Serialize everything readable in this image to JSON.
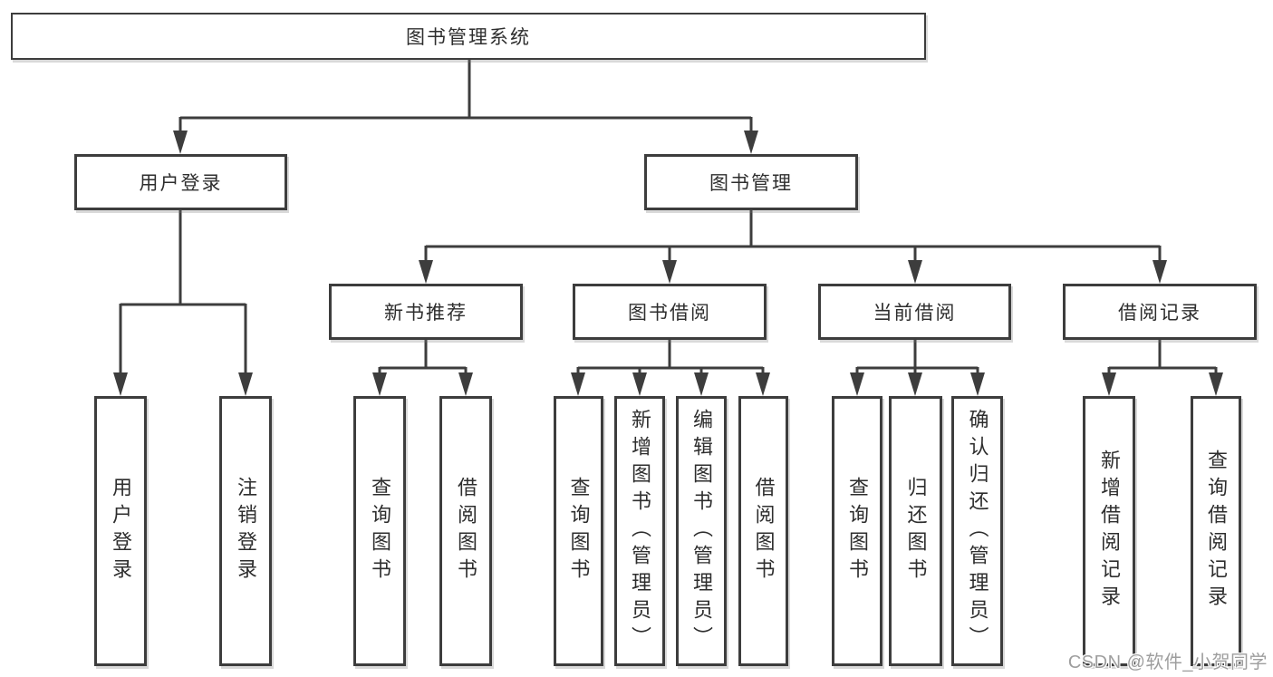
{
  "colors": {
    "line": "#3d3d3d",
    "text": "#2e2e2e",
    "watermark_gray": "#9e9e9e"
  },
  "diagram": {
    "title": "图书管理系统",
    "branches": [
      {
        "label": "用户登录",
        "children": [
          "用户登录",
          "注销登录"
        ]
      },
      {
        "label": "图书管理",
        "sections": [
          {
            "label": "新书推荐",
            "children": [
              "查询图书",
              "借阅图书"
            ]
          },
          {
            "label": "图书借阅",
            "children": [
              "查询图书",
              "新增图书（管理员）",
              "编辑图书（管理员）",
              "借阅图书"
            ]
          },
          {
            "label": "当前借阅",
            "children": [
              "查询图书",
              "归还图书",
              "确认归还（管理员）"
            ]
          },
          {
            "label": "借阅记录",
            "children": [
              "新增借阅记录",
              "查询借阅记录"
            ]
          }
        ]
      }
    ]
  },
  "watermark": {
    "text": "CSDN @软件_小贺同学"
  }
}
